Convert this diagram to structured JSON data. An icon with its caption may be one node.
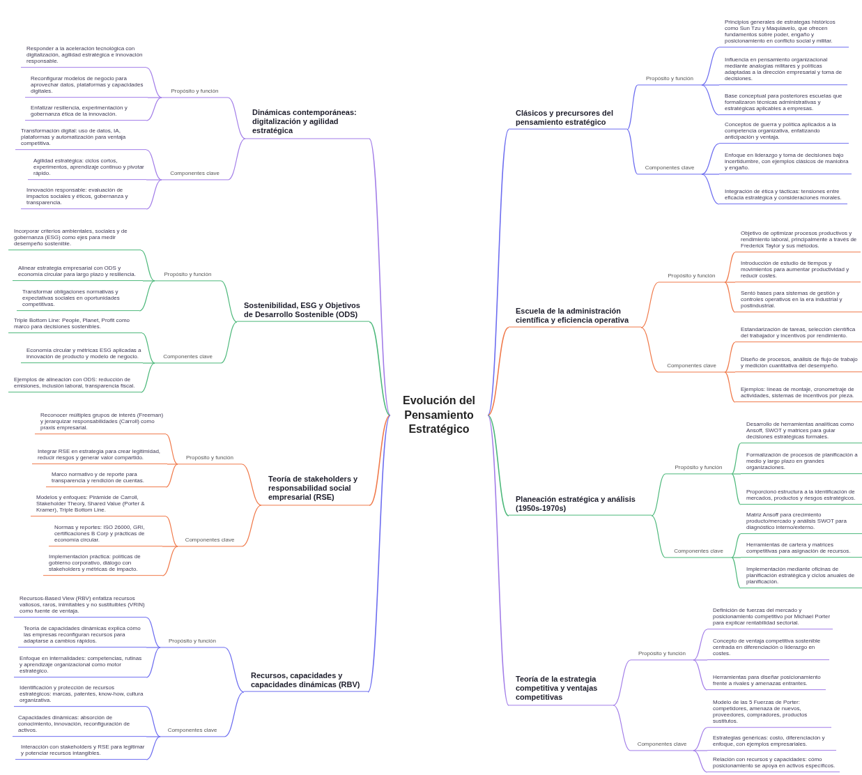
{
  "diagram": {
    "nodes": [
      {
        "text": [
          "Evolución del Pensamiento Estratégico"
        ]
      },
      {
        "text": [
          "Dinámicas contemporáneas: digitalización y agilidad estratégica"
        ]
      },
      {
        "text": [
          "Propósito y función"
        ]
      },
      {
        "text": [
          "Responder a la aceleración tecnológica con digitalización, agilidad estratégica e innovación responsable."
        ]
      },
      {
        "text": [
          "Reconfigurar modelos de negocio para aprovechar datos, plataformas y capacidades digitales."
        ]
      },
      {
        "text": [
          "Enfatizar resiliencia, experimentación y gobernanza ética de la innovación."
        ]
      },
      {
        "text": [
          "Componentes clave"
        ]
      },
      {
        "text": [
          "Transformación digital: uso de datos, IA, plataformas y automatización para ventaja competitiva."
        ]
      },
      {
        "text": [
          "Agilidad estratégica: ciclos cortos, experimentos, aprendizaje continuo y pivotar rápido."
        ]
      },
      {
        "text": [
          "Innovación responsable: evaluación de impactos sociales y éticos, gobernanza y transparencia."
        ]
      },
      {
        "text": [
          "Sostenibilidad, ESG y Objetivos de Desarrollo Sostenible (ODS)"
        ]
      },
      {
        "text": [
          "Propósito y función"
        ]
      },
      {
        "text": [
          "Incorporar criterios ambientales, sociales y de gobernanza (ESG) como ejes para medir desempeño sostenible."
        ]
      },
      {
        "text": [
          "Alinear estrategia empresarial con ODS y economía circular para largo plazo y resiliencia."
        ]
      },
      {
        "text": [
          "Transformar obligaciones normativas y expectativas sociales en oportunidades competitivas."
        ]
      },
      {
        "text": [
          "Componentes clave"
        ]
      },
      {
        "text": [
          "Triple Bottom Line: People, Planet, Profit como marco para decisiones sostenibles."
        ]
      },
      {
        "text": [
          "Economía circular y métricas ESG aplicadas a innovación de producto y modelo de negocio."
        ]
      },
      {
        "text": [
          "Ejemplos de alineación con ODS: reducción de emisiones, inclusión laboral, transparencia fiscal."
        ]
      },
      {
        "text": [
          "Teoría de stakeholders y responsabilidad social empresarial (RSE)"
        ]
      },
      {
        "text": [
          "Propósito y función"
        ]
      },
      {
        "text": [
          "Reconocer múltiples grupos de interés (Freeman) y jerarquizar responsabilidades (Carroll) como praxis empresarial."
        ]
      },
      {
        "text": [
          "Integrar RSE en estrategia para crear legitimidad, reducir riesgos y generar valor compartido."
        ]
      },
      {
        "text": [
          "Marco normativo y de reporte para transparencia y rendición de cuentas."
        ]
      },
      {
        "text": [
          "Componentes clave"
        ]
      },
      {
        "text": [
          "Modelos y enfoques: Pirámide de Carroll, Stakeholder Theory, Shared Value (Porter & Kramer), Triple Bottom Line."
        ]
      },
      {
        "text": [
          "Normas y reportes: ISO 26000, GRI, certificaciones B Corp y prácticas de economía circular."
        ]
      },
      {
        "text": [
          "Implementación práctica: políticas de gobierno corporativo, diálogo con stakeholders y métricas de impacto."
        ]
      },
      {
        "text": [
          "Recursos, capacidades y capacidades dinámicas (RBV)"
        ]
      },
      {
        "text": [
          "Propósito y función"
        ]
      },
      {
        "text": [
          "Recursos-Based View (RBV) enfatiza recursos valiosos, raros, inimitables y no sustituibles (VRIN) como fuente de ventaja."
        ]
      },
      {
        "text": [
          "Teoría de capacidades dinámicas explica cómo las empresas reconfiguran recursos para adaptarse a cambios rápidos."
        ]
      },
      {
        "text": [
          "Enfoque en internalidades: competencias, rutinas y aprendizaje organizacional como motor estratégico."
        ]
      },
      {
        "text": [
          "Componentes clave"
        ]
      },
      {
        "text": [
          "Identificación y protección de recursos estratégicos: marcas, patentes, know-how, cultura organizativa."
        ]
      },
      {
        "text": [
          "Capacidades dinámicas: absorción de conocimiento, innovación, reconfiguración de activos."
        ]
      },
      {
        "text": [
          "Interacción con stakeholders y RSE para legitimar y potenciar recursos intangibles."
        ]
      },
      {
        "text": [
          "Clásicos y precursores del pensamiento estratégico"
        ]
      },
      {
        "text": [
          "Propósito y función"
        ]
      },
      {
        "text": [
          "Principios generales de estrategas históricos como Sun Tzu y Maquiavelo, que ofrecen fundamentos sobre poder, engaño y posicionamiento en conflicto social y militar."
        ]
      },
      {
        "text": [
          "Influencia en pensamiento organizacional mediante analogías militares y políticas adaptadas a la dirección empresarial y toma de decisiones."
        ]
      },
      {
        "text": [
          "Base conceptual para posteriores escuelas que formalizaron técnicas administrativas y estratégicas aplicables a empresas."
        ]
      },
      {
        "text": [
          "Componentes clave"
        ]
      },
      {
        "text": [
          "Conceptos de guerra y política aplicados a la competencia organizativa, enfatizando anticipación y ventaja."
        ]
      },
      {
        "text": [
          "Enfoque en liderazgo y toma de decisiones bajo incertidumbre, con ejemplos clásicos de maniobra y engaño."
        ]
      },
      {
        "text": [
          "Integración de ética y tácticas: tensiones entre eficacia estratégica y consideraciones morales."
        ]
      },
      {
        "text": [
          "Escuela de la administración científica y eficiencia operativa"
        ]
      },
      {
        "text": [
          "Propósito y función"
        ]
      },
      {
        "text": [
          "Objetivo de optimizar procesos productivos y rendimiento laboral, principalmente a través de Frederick Taylor y sus métodos."
        ]
      },
      {
        "text": [
          "Introducción de estudio de tiempos y movimientos para aumentar productividad y reducir costes."
        ]
      },
      {
        "text": [
          "Sentó bases para sistemas de gestión y controles operativos en la era industrial y postindustrial."
        ]
      },
      {
        "text": [
          "Componentes clave"
        ]
      },
      {
        "text": [
          "Estandarización de tareas, selección científica del trabajador y incentivos por rendimiento."
        ]
      },
      {
        "text": [
          "Diseño de procesos, análisis de flujo de trabajo y medición cuantitativa del desempeño."
        ]
      },
      {
        "text": [
          "Ejemplos: líneas de montaje, cronometraje de actividades, sistemas de incentivos por pieza."
        ]
      },
      {
        "text": [
          "Planeación estratégica y análisis (1950s-1970s)"
        ]
      },
      {
        "text": [
          "Propósito y función"
        ]
      },
      {
        "text": [
          "Desarrollo de herramientas analíticas como Ansoff, SWOT y matrices para guiar decisiones estratégicas formales."
        ]
      },
      {
        "text": [
          "Formalización de procesos de planificación a medio y largo plazo en grandes organizaciones."
        ]
      },
      {
        "text": [
          "Proporcionó estructura a la identificación de mercados, productos y riesgos estratégicos."
        ]
      },
      {
        "text": [
          "Componentes clave"
        ]
      },
      {
        "text": [
          "Matriz Ansoff para crecimiento producto/mercado y análisis SWOT para diagnóstico interno/externo."
        ]
      },
      {
        "text": [
          "Herramientas de cartera y matrices competitivas para asignación de recursos."
        ]
      },
      {
        "text": [
          "Implementación mediante oficinas de planificación estratégica y ciclos anuales de planificación."
        ]
      },
      {
        "text": [
          "Teoría de la estrategia competitiva y ventajas competitivas"
        ]
      },
      {
        "text": [
          "Propósito y función"
        ]
      },
      {
        "text": [
          "Definición de fuerzas del mercado y posicionamiento competitivo por Michael Porter para explicar rentabilidad sectorial."
        ]
      },
      {
        "text": [
          "Concepto de ventaja competitiva sostenible centrada en diferenciación o liderazgo en costes."
        ]
      },
      {
        "text": [
          "Herramientas para diseñar posicionamiento frente a rivales y amenazas entrantes."
        ]
      },
      {
        "text": [
          "Componentes clave"
        ]
      },
      {
        "text": [
          "Modelo de las 5 Fuerzas de Porter: competidores, amenaza de nuevos, proveedores, compradores, productos sustitutos."
        ]
      },
      {
        "text": [
          "Estrategias genéricas: costo, diferenciación y enfoque, con ejemplos empresariales."
        ]
      },
      {
        "text": [
          "Relación con recursos y capacidades: cómo posicionamiento se apoya en activos específicos."
        ]
      }
    ],
    "edges": [
      {
        "from": 0,
        "to": 1,
        "arrow": "none",
        "color": "#a27de8"
      },
      {
        "from": 1,
        "to": 2,
        "arrow": "none",
        "color": "#a27de8"
      },
      {
        "from": 2,
        "to": 3,
        "arrow": "none",
        "color": "#a27de8"
      },
      {
        "from": 2,
        "to": 4,
        "arrow": "none",
        "color": "#a27de8"
      },
      {
        "from": 2,
        "to": 5,
        "arrow": "none",
        "color": "#a27de8"
      },
      {
        "from": 1,
        "to": 6,
        "arrow": "none",
        "color": "#a27de8"
      },
      {
        "from": 6,
        "to": 7,
        "arrow": "none",
        "color": "#a27de8"
      },
      {
        "from": 6,
        "to": 8,
        "arrow": "none",
        "color": "#a27de8"
      },
      {
        "from": 6,
        "to": 9,
        "arrow": "none",
        "color": "#a27de8"
      },
      {
        "from": 0,
        "to": 10,
        "arrow": "none",
        "color": "#4cb87a"
      },
      {
        "from": 10,
        "to": 11,
        "arrow": "none",
        "color": "#4cb87a"
      },
      {
        "from": 11,
        "to": 12,
        "arrow": "none",
        "color": "#4cb87a"
      },
      {
        "from": 11,
        "to": 13,
        "arrow": "none",
        "color": "#4cb87a"
      },
      {
        "from": 11,
        "to": 14,
        "arrow": "none",
        "color": "#4cb87a"
      },
      {
        "from": 10,
        "to": 15,
        "arrow": "none",
        "color": "#4cb87a"
      },
      {
        "from": 15,
        "to": 16,
        "arrow": "none",
        "color": "#4cb87a"
      },
      {
        "from": 15,
        "to": 17,
        "arrow": "none",
        "color": "#4cb87a"
      },
      {
        "from": 15,
        "to": 18,
        "arrow": "none",
        "color": "#4cb87a"
      },
      {
        "from": 0,
        "to": 19,
        "arrow": "none",
        "color": "#f0794a"
      },
      {
        "from": 19,
        "to": 20,
        "arrow": "none",
        "color": "#f0794a"
      },
      {
        "from": 20,
        "to": 21,
        "arrow": "none",
        "color": "#f0794a"
      },
      {
        "from": 20,
        "to": 22,
        "arrow": "none",
        "color": "#f0794a"
      },
      {
        "from": 20,
        "to": 23,
        "arrow": "none",
        "color": "#f0794a"
      },
      {
        "from": 19,
        "to": 24,
        "arrow": "none",
        "color": "#f0794a"
      },
      {
        "from": 24,
        "to": 25,
        "arrow": "none",
        "color": "#f0794a"
      },
      {
        "from": 24,
        "to": 26,
        "arrow": "none",
        "color": "#f0794a"
      },
      {
        "from": 24,
        "to": 27,
        "arrow": "none",
        "color": "#f0794a"
      },
      {
        "from": 0,
        "to": 28,
        "arrow": "none",
        "color": "#6d6df0"
      },
      {
        "from": 28,
        "to": 29,
        "arrow": "none",
        "color": "#6d6df0"
      },
      {
        "from": 29,
        "to": 30,
        "arrow": "none",
        "color": "#6d6df0"
      },
      {
        "from": 29,
        "to": 31,
        "arrow": "none",
        "color": "#6d6df0"
      },
      {
        "from": 29,
        "to": 32,
        "arrow": "none",
        "color": "#6d6df0"
      },
      {
        "from": 28,
        "to": 33,
        "arrow": "none",
        "color": "#6d6df0"
      },
      {
        "from": 33,
        "to": 34,
        "arrow": "none",
        "color": "#6d6df0"
      },
      {
        "from": 33,
        "to": 35,
        "arrow": "none",
        "color": "#6d6df0"
      },
      {
        "from": 33,
        "to": 36,
        "arrow": "none",
        "color": "#6d6df0"
      },
      {
        "from": 0,
        "to": 37,
        "arrow": "none",
        "color": "#6d6df0"
      },
      {
        "from": 37,
        "to": 38,
        "arrow": "none",
        "color": "#6d6df0"
      },
      {
        "from": 38,
        "to": 39,
        "arrow": "none",
        "color": "#6d6df0"
      },
      {
        "from": 38,
        "to": 40,
        "arrow": "none",
        "color": "#6d6df0"
      },
      {
        "from": 38,
        "to": 41,
        "arrow": "none",
        "color": "#6d6df0"
      },
      {
        "from": 37,
        "to": 42,
        "arrow": "none",
        "color": "#6d6df0"
      },
      {
        "from": 42,
        "to": 43,
        "arrow": "none",
        "color": "#6d6df0"
      },
      {
        "from": 42,
        "to": 44,
        "arrow": "none",
        "color": "#6d6df0"
      },
      {
        "from": 42,
        "to": 45,
        "arrow": "none",
        "color": "#6d6df0"
      },
      {
        "from": 0,
        "to": 46,
        "arrow": "none",
        "color": "#f0794a"
      },
      {
        "from": 46,
        "to": 47,
        "arrow": "none",
        "color": "#f0794a"
      },
      {
        "from": 47,
        "to": 48,
        "arrow": "none",
        "color": "#f0794a"
      },
      {
        "from": 47,
        "to": 49,
        "arrow": "none",
        "color": "#f0794a"
      },
      {
        "from": 47,
        "to": 50,
        "arrow": "none",
        "color": "#f0794a"
      },
      {
        "from": 46,
        "to": 51,
        "arrow": "none",
        "color": "#f0794a"
      },
      {
        "from": 51,
        "to": 52,
        "arrow": "none",
        "color": "#f0794a"
      },
      {
        "from": 51,
        "to": 53,
        "arrow": "none",
        "color": "#f0794a"
      },
      {
        "from": 51,
        "to": 54,
        "arrow": "none",
        "color": "#f0794a"
      },
      {
        "from": 0,
        "to": 55,
        "arrow": "none",
        "color": "#4cb87a"
      },
      {
        "from": 55,
        "to": 56,
        "arrow": "none",
        "color": "#4cb87a"
      },
      {
        "from": 56,
        "to": 57,
        "arrow": "none",
        "color": "#4cb87a"
      },
      {
        "from": 56,
        "to": 58,
        "arrow": "none",
        "color": "#4cb87a"
      },
      {
        "from": 56,
        "to": 59,
        "arrow": "none",
        "color": "#4cb87a"
      },
      {
        "from": 55,
        "to": 60,
        "arrow": "none",
        "color": "#4cb87a"
      },
      {
        "from": 60,
        "to": 61,
        "arrow": "none",
        "color": "#4cb87a"
      },
      {
        "from": 60,
        "to": 62,
        "arrow": "none",
        "color": "#4cb87a"
      },
      {
        "from": 60,
        "to": 63,
        "arrow": "none",
        "color": "#4cb87a"
      },
      {
        "from": 0,
        "to": 64,
        "arrow": "none",
        "color": "#a27de8"
      },
      {
        "from": 64,
        "to": 65,
        "arrow": "none",
        "color": "#a27de8"
      },
      {
        "from": 65,
        "to": 66,
        "arrow": "none",
        "color": "#a27de8"
      },
      {
        "from": 65,
        "to": 67,
        "arrow": "none",
        "color": "#a27de8"
      },
      {
        "from": 65,
        "to": 68,
        "arrow": "none",
        "color": "#a27de8"
      },
      {
        "from": 64,
        "to": 69,
        "arrow": "none",
        "color": "#a27de8"
      },
      {
        "from": 69,
        "to": 70,
        "arrow": "none",
        "color": "#a27de8"
      },
      {
        "from": 69,
        "to": 71,
        "arrow": "none",
        "color": "#a27de8"
      },
      {
        "from": 69,
        "to": 72,
        "arrow": "none",
        "color": "#a27de8"
      }
    ]
  }
}
